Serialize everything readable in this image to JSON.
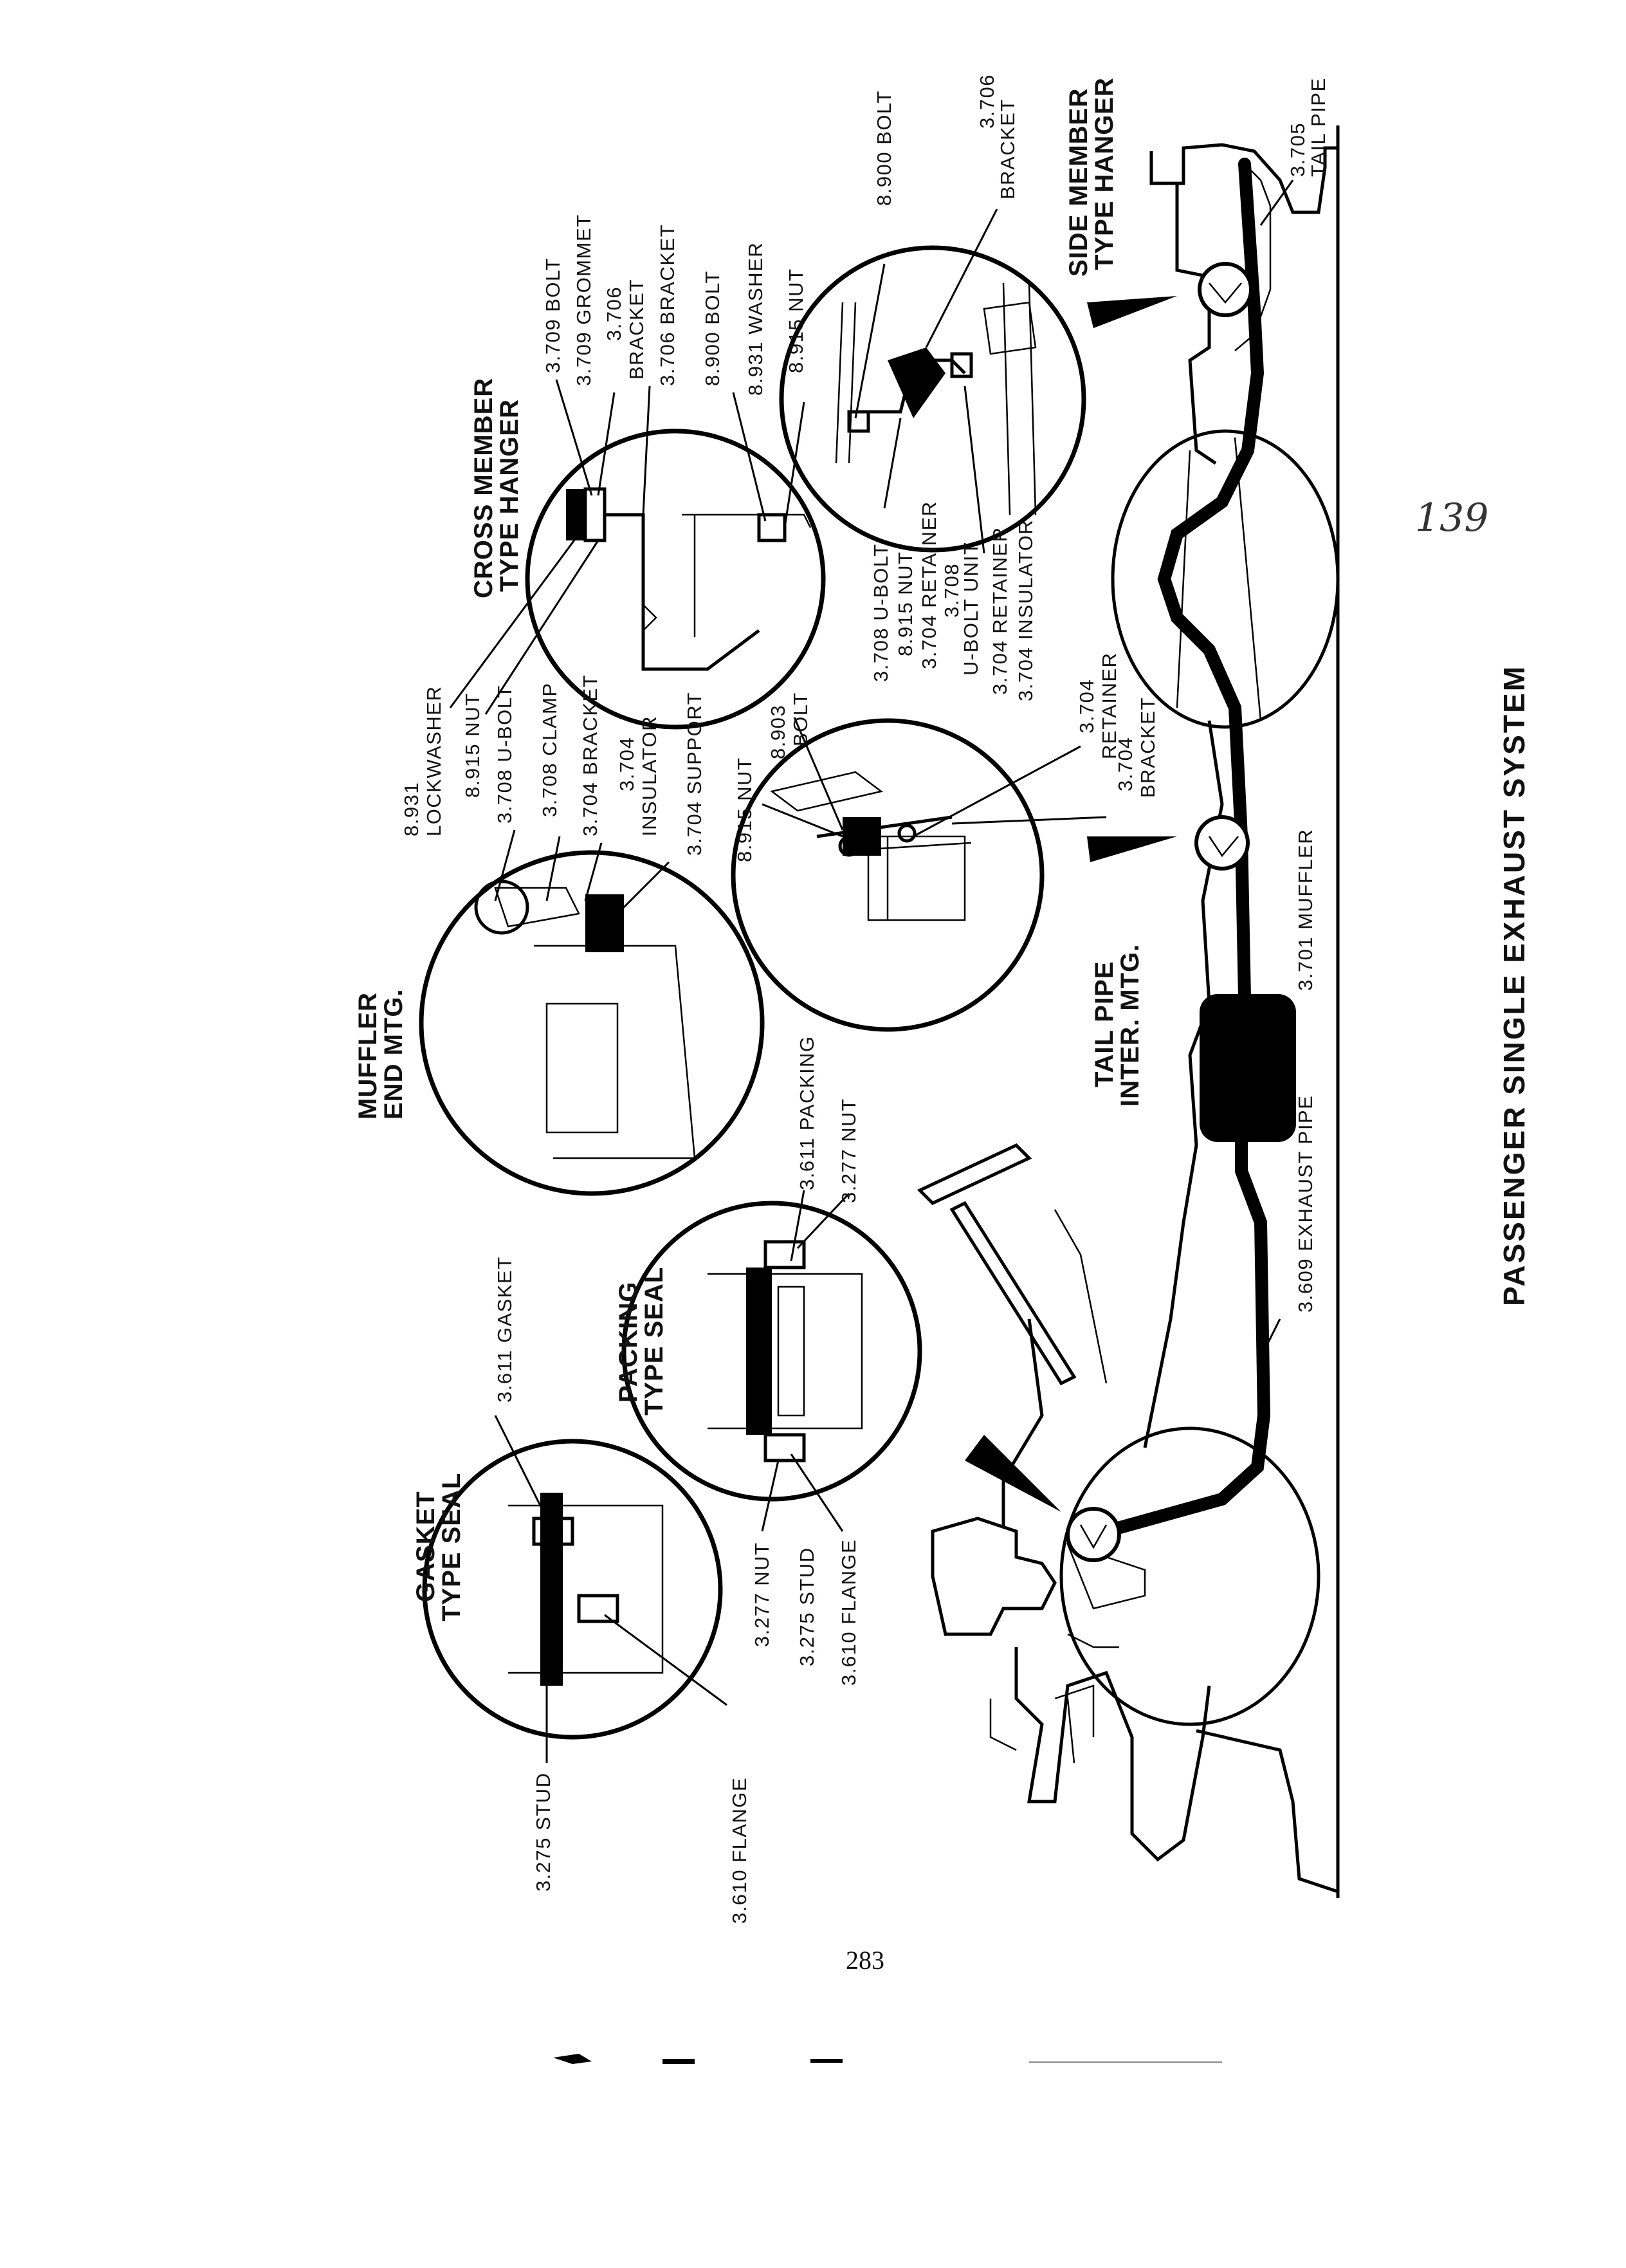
{
  "title": "PASSENGER SINGLE EXHAUST SYSTEM",
  "page_number": "283",
  "handwritten_note": "139",
  "main_labels": {
    "tail_pipe": [
      "3.705",
      "TAIL PIPE"
    ],
    "muffler": "3.701  MUFFLER",
    "exhaust_pipe": "3.609  EXHAUST PIPE"
  },
  "sections": {
    "side_member": {
      "title": [
        "SIDE MEMBER",
        "TYPE HANGER"
      ],
      "labels": {
        "bolt": "8.900  BOLT",
        "bracket": [
          "3.706",
          "BRACKET"
        ],
        "ubolt": "3.708  U-BOLT",
        "nut": "8.915  NUT",
        "retainer": "3.704  RETAINER",
        "ubolt_unit": [
          "3.708",
          "U-BOLT UNIT"
        ],
        "retainer2": "3.704  RETAINER",
        "insulator": "3.704  INSULATOR"
      }
    },
    "cross_member": {
      "title": [
        "CROSS MEMBER",
        "TYPE HANGER"
      ],
      "labels": {
        "bolt": "3.709  BOLT",
        "grommet": "3.709  GROMMET",
        "bracket_a": [
          "3.706",
          "BRACKET"
        ],
        "bracket_b": "3.706  BRACKET",
        "bolt2": "8.900  BOLT",
        "washer": "8.931  WASHER",
        "nut": "8.915  NUT",
        "lockwasher": [
          "8.931",
          "LOCKWASHER"
        ],
        "nut2": "8.915  NUT"
      }
    },
    "tail_pipe_inter": {
      "title": [
        "TAIL PIPE",
        "INTER. MTG."
      ],
      "labels": {
        "bolt": [
          "8.903",
          "BOLT"
        ],
        "nut": "8.915  NUT",
        "retainer": [
          "3.704",
          "RETAINER"
        ],
        "bracket": [
          "3.704",
          "BRACKET"
        ]
      }
    },
    "muffler_end": {
      "title": [
        "MUFFLER",
        "END MTG."
      ],
      "labels": {
        "ubolt": "3.708  U-BOLT",
        "clamp": "3.708  CLAMP",
        "bracket": "3.704  BRACKET",
        "insulator": [
          "3.704",
          "INSULATOR"
        ],
        "support": "3.704  SUPPORT"
      }
    },
    "packing": {
      "title": [
        "PACKING",
        "TYPE SEAL"
      ],
      "labels": {
        "packing": "3.611  PACKING",
        "nut_top": "3.277  NUT",
        "nut": "3.277  NUT",
        "stud": "3.275  STUD",
        "flange": "3.610  FLANGE"
      }
    },
    "gasket": {
      "title": [
        "GASKET",
        "TYPE SEAL"
      ],
      "labels": {
        "gasket": "3.611  GASKET",
        "stud": "3.275  STUD",
        "flange": "3.610  FLANGE"
      }
    }
  }
}
